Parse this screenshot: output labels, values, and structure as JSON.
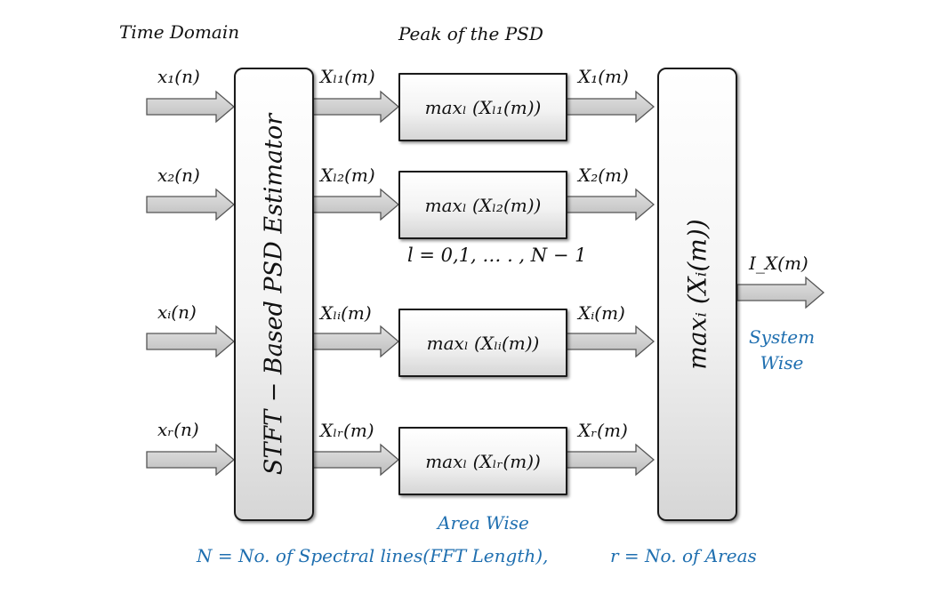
{
  "headers": {
    "time_domain": "Time Domain",
    "peak_psd": "Peak of the PSD"
  },
  "inputs": [
    {
      "label": "x₁(n)"
    },
    {
      "label": "x₂(n)"
    },
    {
      "label": "xᵢ(n)"
    },
    {
      "label": "xᵣ(n)"
    }
  ],
  "estimator": {
    "label": "STFT − Based PSD Estimator"
  },
  "psd_outputs": [
    {
      "label": "Xₗ₁(m)"
    },
    {
      "label": "Xₗ₂(m)"
    },
    {
      "label": "Xₗᵢ(m)"
    },
    {
      "label": "Xₗᵣ(m)"
    }
  ],
  "max_blocks": [
    {
      "label": "maxₗ (Xₗ₁(m))"
    },
    {
      "label": "maxₗ (Xₗ₂(m))"
    },
    {
      "label": "maxₗ (Xₗᵢ(m))"
    },
    {
      "label": "maxₗ (Xₗᵣ(m))"
    }
  ],
  "area_outputs": [
    {
      "label": "X₁(m)"
    },
    {
      "label": "X₂(m)"
    },
    {
      "label": "Xᵢ(m)"
    },
    {
      "label": "Xᵣ(m)"
    }
  ],
  "range_note": "l = 0,1, … . , N − 1",
  "system_block": {
    "label": "maxᵢ (Xᵢ(m))"
  },
  "system_output": {
    "label": "I_X(m)"
  },
  "annotations": {
    "system_wise": "System Wise",
    "area_wise": "Area Wise",
    "n_def": "N = No. of Spectral lines(FFT Length),",
    "r_def": "r = No. of Areas"
  },
  "colors": {
    "arrow_fill": "#d0d0d0",
    "annotation": "#1f6fb0"
  }
}
